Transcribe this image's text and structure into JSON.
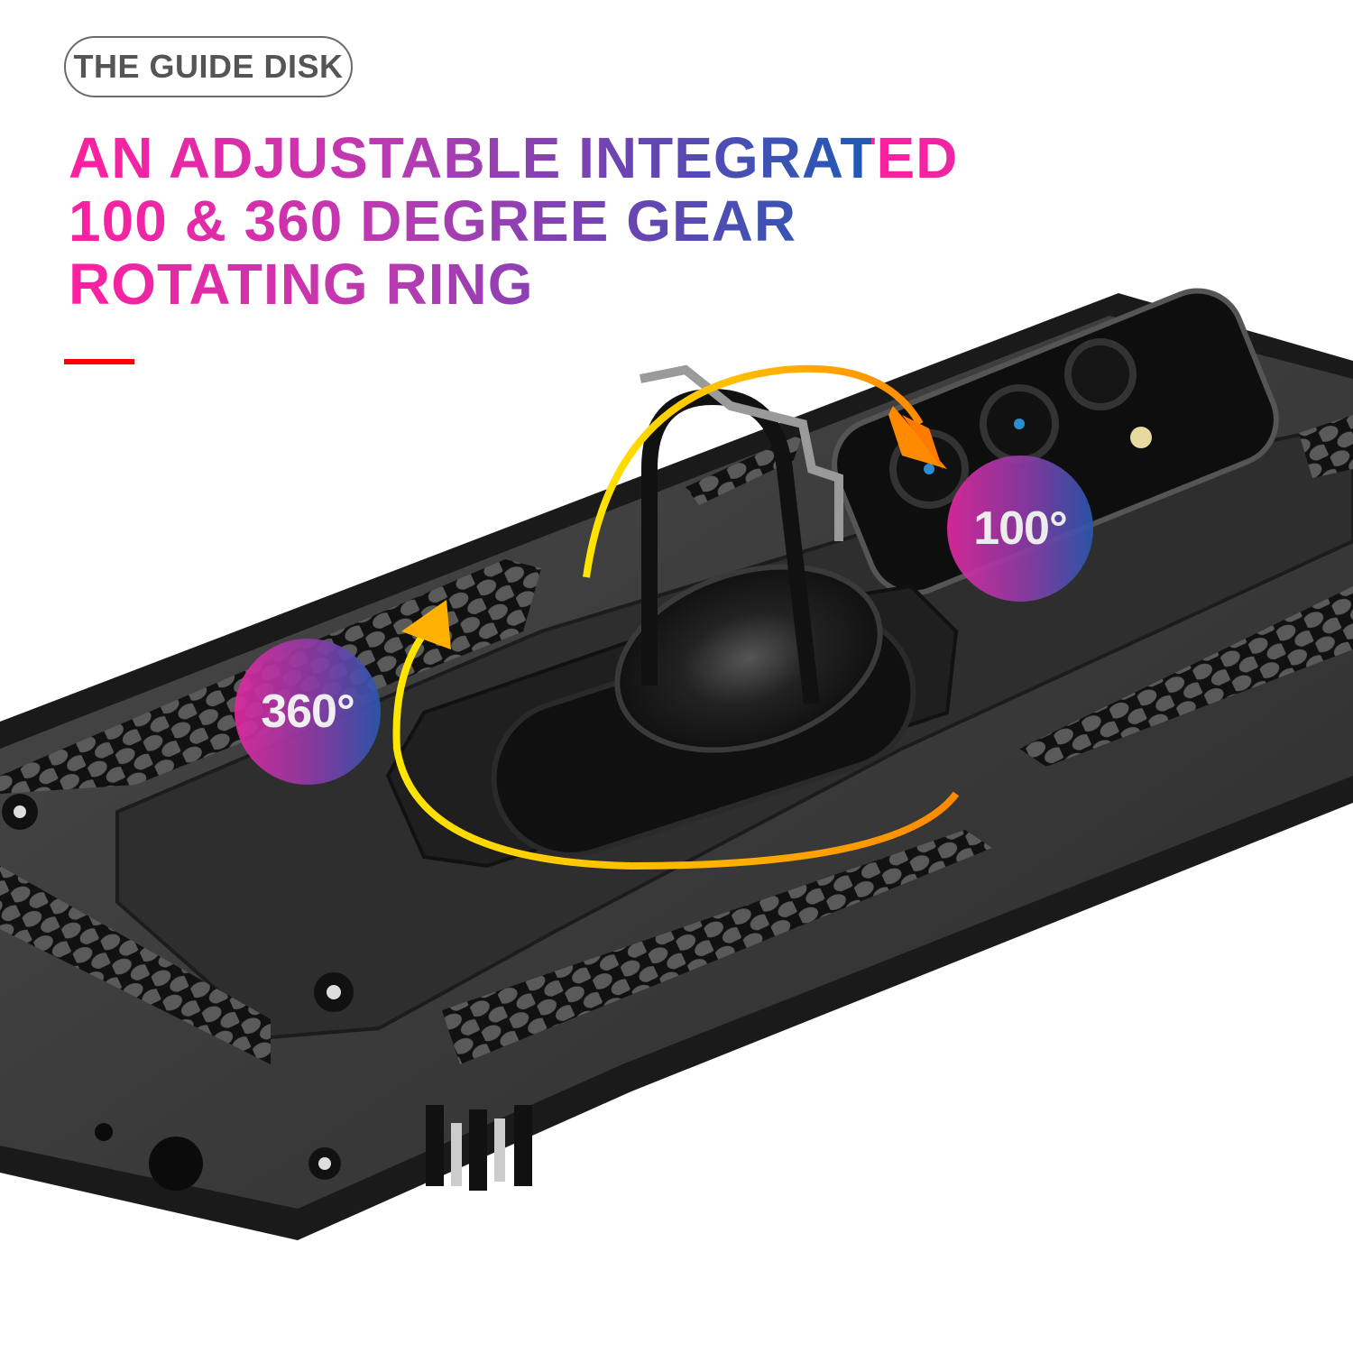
{
  "header": {
    "pill_label": "THE GUIDE DISK",
    "headline_lines": [
      "AN ADJUSTABLE INTEGRATED",
      "100 & 360 DEGREE GEAR",
      "ROTATING RING"
    ]
  },
  "badges": {
    "rotation_360": "360°",
    "tilt_100": "100°"
  },
  "colors": {
    "gradient_start": "#ff1fa0",
    "gradient_mid": "#8b3ba6",
    "gradient_end": "#1f5ab5",
    "accent_bar": "#ff0000",
    "arrow_yellow": "#ffe600",
    "arrow_orange": "#ff8a00",
    "case_body": "#3a3a3a",
    "pill_text": "#555555"
  },
  "product": {
    "item": "phone case with rotating ring kickstand",
    "icons": [
      "ring-kickstand-icon",
      "camera-module-icon",
      "rotation-arrow-icon",
      "screw-icon"
    ]
  }
}
